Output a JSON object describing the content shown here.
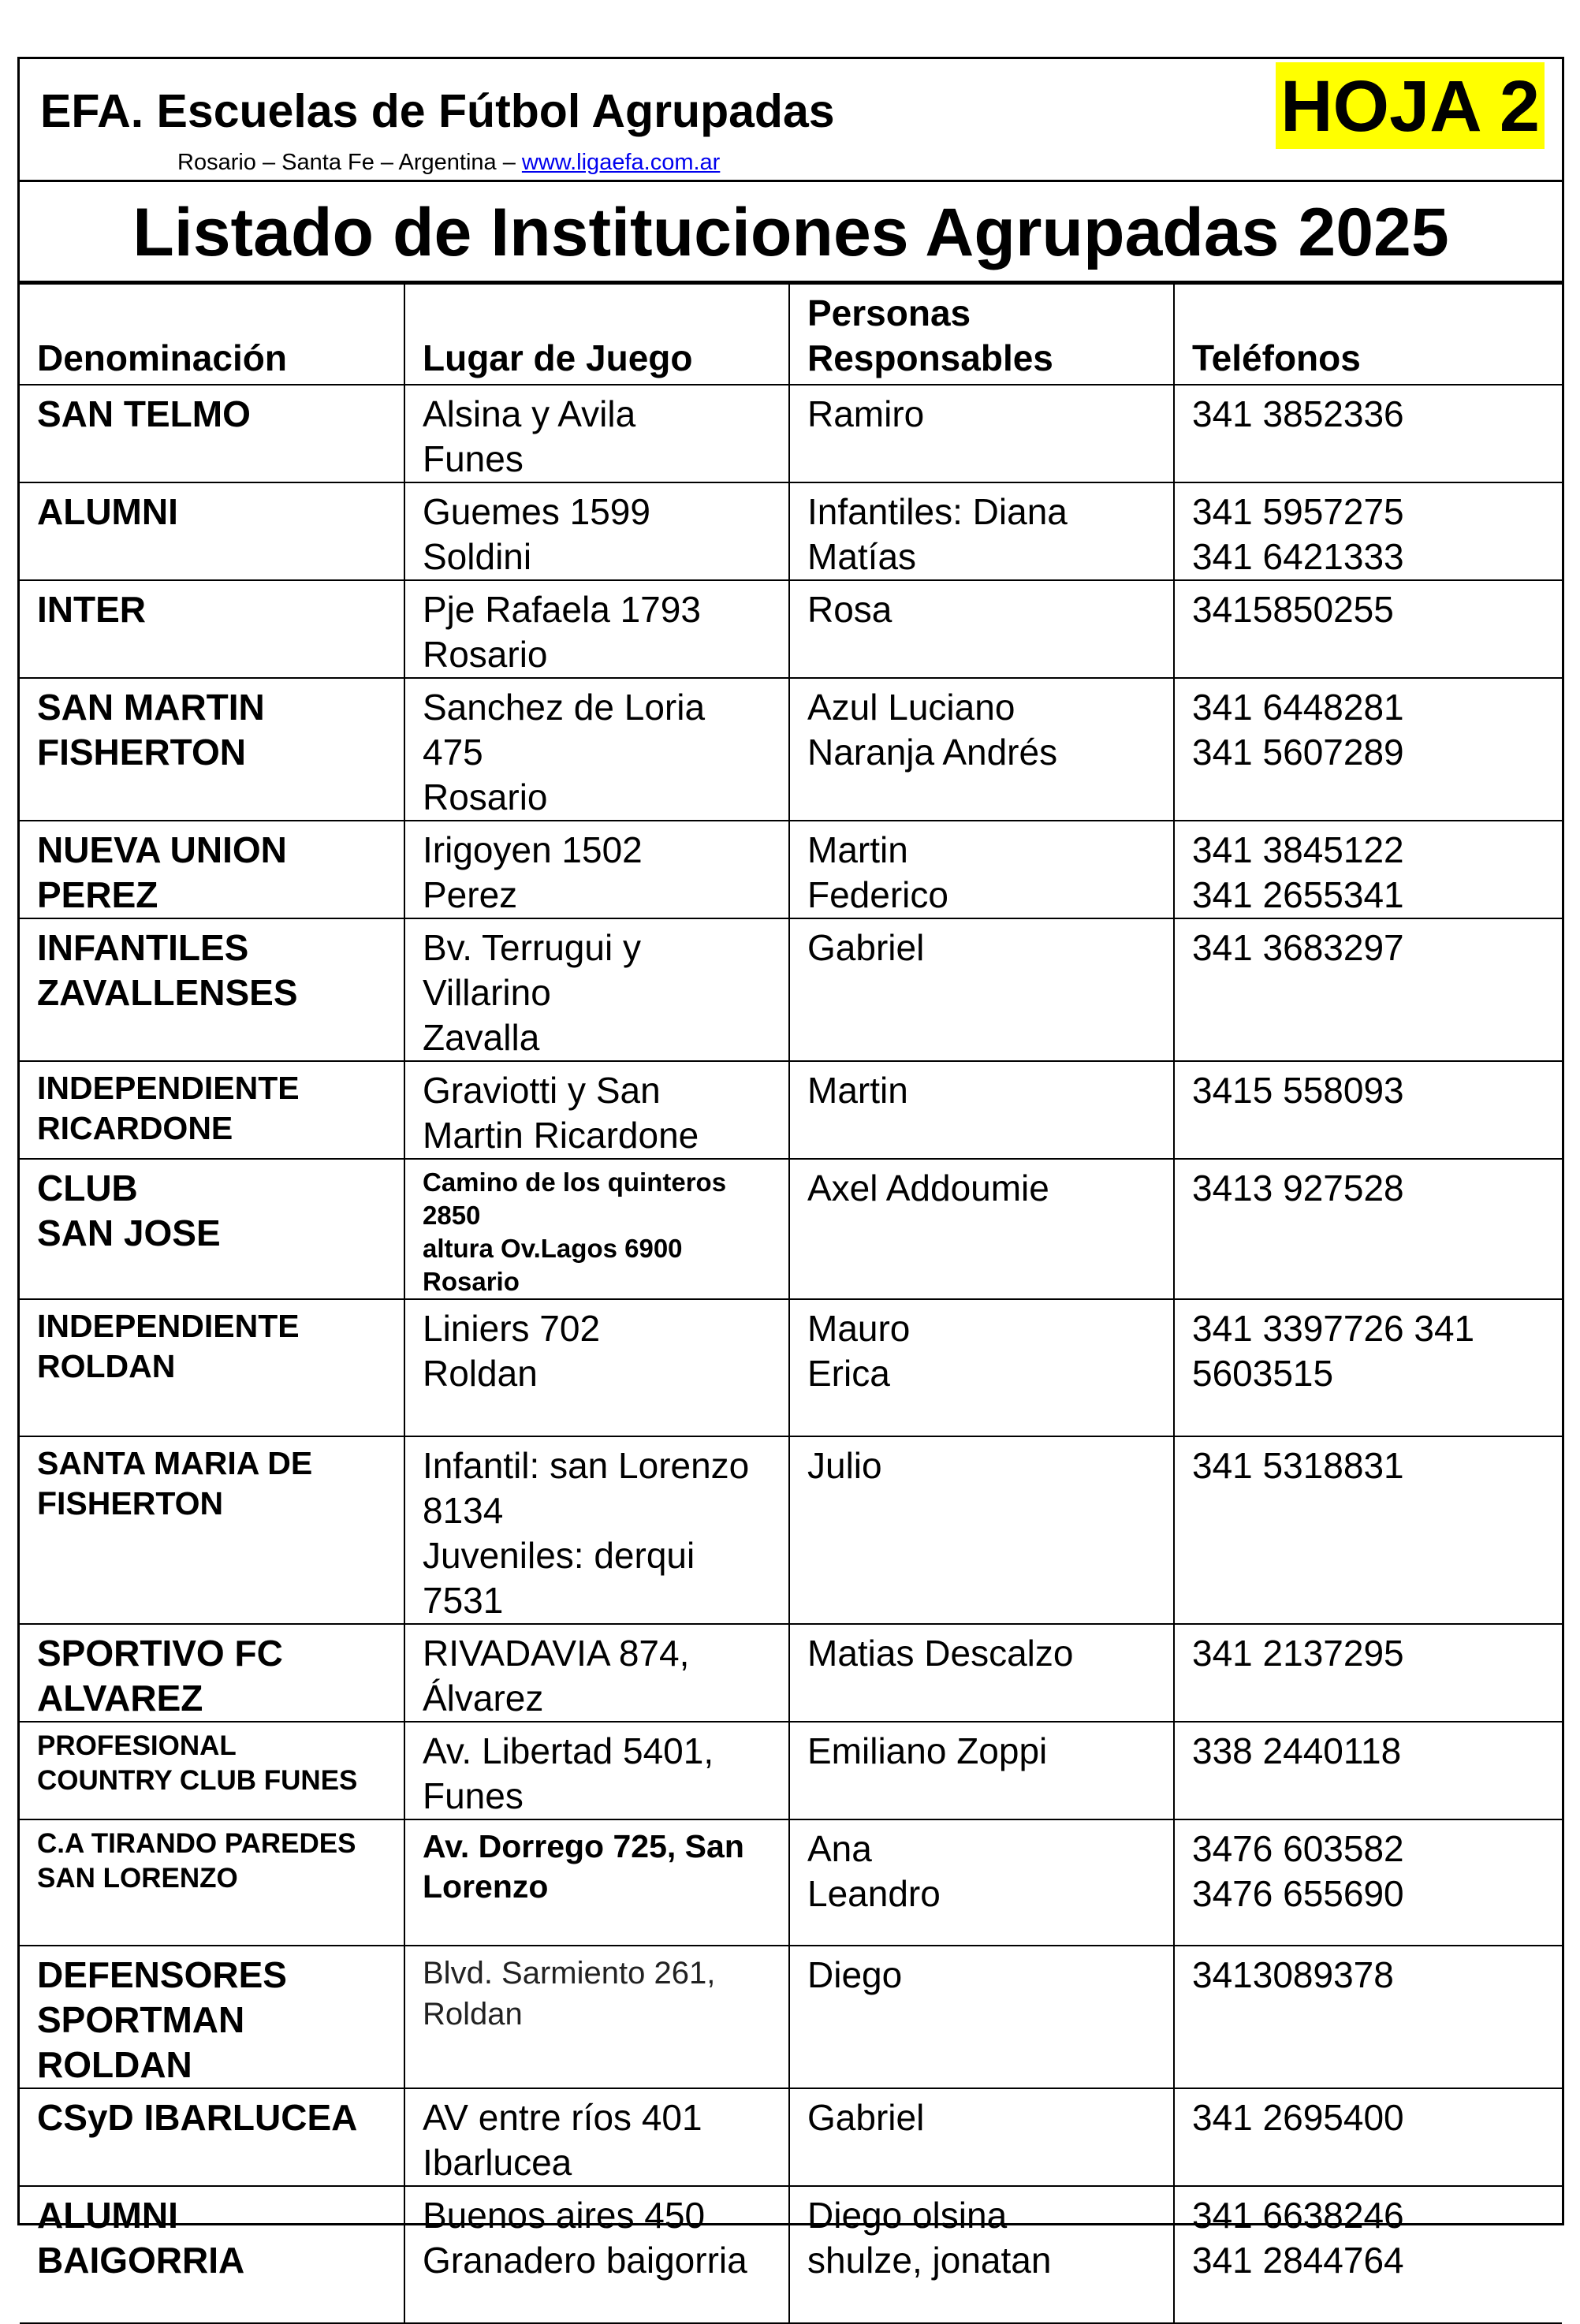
{
  "header": {
    "org_title": "EFA. Escuelas de Fútbol Agrupadas",
    "location": "Rosario – Santa Fe – Argentina –",
    "website": "www.ligaefa.com.ar",
    "sheet_label": "HOJA 2"
  },
  "document_title": "Listado de Instituciones Agrupadas 2025",
  "table": {
    "headers": [
      "Denominación",
      "Lugar de Juego",
      "Personas Responsables",
      "Teléfonos"
    ],
    "rows": [
      {
        "name": [
          "SAN TELMO"
        ],
        "place": [
          "Alsina y Avila",
          "Funes"
        ],
        "contacts": [
          "Ramiro"
        ],
        "phones": [
          "341 3852336"
        ]
      },
      {
        "name": [
          "ALUMNI"
        ],
        "place": [
          "Guemes 1599",
          "Soldini"
        ],
        "contacts": [
          "Infantiles: Diana",
          "Matías"
        ],
        "phones": [
          "341 5957275",
          "341 6421333"
        ]
      },
      {
        "name": [
          "INTER"
        ],
        "place": [
          "Pje Rafaela 1793",
          "Rosario"
        ],
        "contacts": [
          "Rosa"
        ],
        "phones": [
          "3415850255"
        ]
      },
      {
        "name": [
          "SAN MARTIN",
          "FISHERTON"
        ],
        "place": [
          "Sanchez de Loria",
          "475",
          "Rosario"
        ],
        "contacts": [
          "Azul Luciano",
          "Naranja Andrés"
        ],
        "phones": [
          "341 6448281",
          "341 5607289"
        ]
      },
      {
        "name": [
          "NUEVA UNION",
          "PEREZ"
        ],
        "place": [
          "Irigoyen 1502",
          "Perez"
        ],
        "contacts": [
          "Martin",
          "Federico"
        ],
        "phones": [
          "341 3845122",
          "341 2655341"
        ]
      },
      {
        "name": [
          "INFANTILES",
          "ZAVALLENSES"
        ],
        "place": [
          "Bv. Terrugui y",
          "Villarino",
          "Zavalla"
        ],
        "contacts": [
          "Gabriel"
        ],
        "phones": [
          "341 3683297"
        ]
      },
      {
        "name": [
          "INDEPENDIENTE",
          "RICARDONE"
        ],
        "place": [
          "Graviotti y San",
          "Martin Ricardone"
        ],
        "contacts": [
          "Martin"
        ],
        "phones": [
          "3415 558093"
        ]
      },
      {
        "name": [
          "CLUB",
          "SAN JOSE"
        ],
        "place": [
          "Camino de los quinteros",
          "2850",
          "altura Ov.Lagos 6900",
          "Rosario"
        ],
        "contacts": [
          "Axel Addoumie"
        ],
        "phones": [
          "3413 927528"
        ]
      },
      {
        "name": [
          "INDEPENDIENTE",
          "ROLDAN"
        ],
        "place": [
          "Liniers 702",
          "Roldan"
        ],
        "contacts": [
          "Mauro",
          "Erica"
        ],
        "phones": [
          "341 3397726   341 5603515"
        ]
      },
      {
        "name": [
          "SANTA MARIA DE",
          "FISHERTON"
        ],
        "place": [
          "Infantil: san Lorenzo",
          "8134",
          "Juveniles: derqui",
          "7531"
        ],
        "contacts": [
          "Julio"
        ],
        "phones": [
          "341 5318831"
        ]
      },
      {
        "name": [
          "SPORTIVO FC",
          "ALVAREZ"
        ],
        "place": [
          "RIVADAVIA 874,",
          "Álvarez"
        ],
        "contacts": [
          "Matias Descalzo"
        ],
        "phones": [
          "341 2137295"
        ]
      },
      {
        "name": [
          "PROFESIONAL",
          "COUNTRY CLUB FUNES"
        ],
        "place": [
          "Av. Libertad 5401,",
          "Funes"
        ],
        "contacts": [
          "Emiliano Zoppi"
        ],
        "phones": [
          "338 2440118"
        ]
      },
      {
        "name": [
          "C.A TIRANDO PAREDES",
          "SAN LORENZO"
        ],
        "place": [
          "Av. Dorrego 725, San",
          "Lorenzo"
        ],
        "contacts": [
          "Ana",
          "Leandro"
        ],
        "phones": [
          "3476 603582",
          "3476 655690"
        ]
      },
      {
        "name": [
          "DEFENSORES",
          "SPORTMAN",
          "ROLDAN"
        ],
        "place": [
          "Blvd. Sarmiento 261,",
          "Roldan"
        ],
        "contacts": [
          "Diego"
        ],
        "phones": [
          "3413089378"
        ]
      },
      {
        "name": [
          "CSyD IBARLUCEA"
        ],
        "place": [
          "AV entre ríos 401",
          "Ibarlucea"
        ],
        "contacts": [
          "Gabriel"
        ],
        "phones": [
          "341 2695400"
        ]
      },
      {
        "name": [
          "ALUMNI",
          "BAIGORRIA"
        ],
        "place": [
          "Buenos aires 450",
          "Granadero baigorria"
        ],
        "contacts": [
          "Diego olsina",
          "shulze, jonatan"
        ],
        "phones": [
          "341 6638246",
          "341 2844764"
        ]
      }
    ]
  }
}
